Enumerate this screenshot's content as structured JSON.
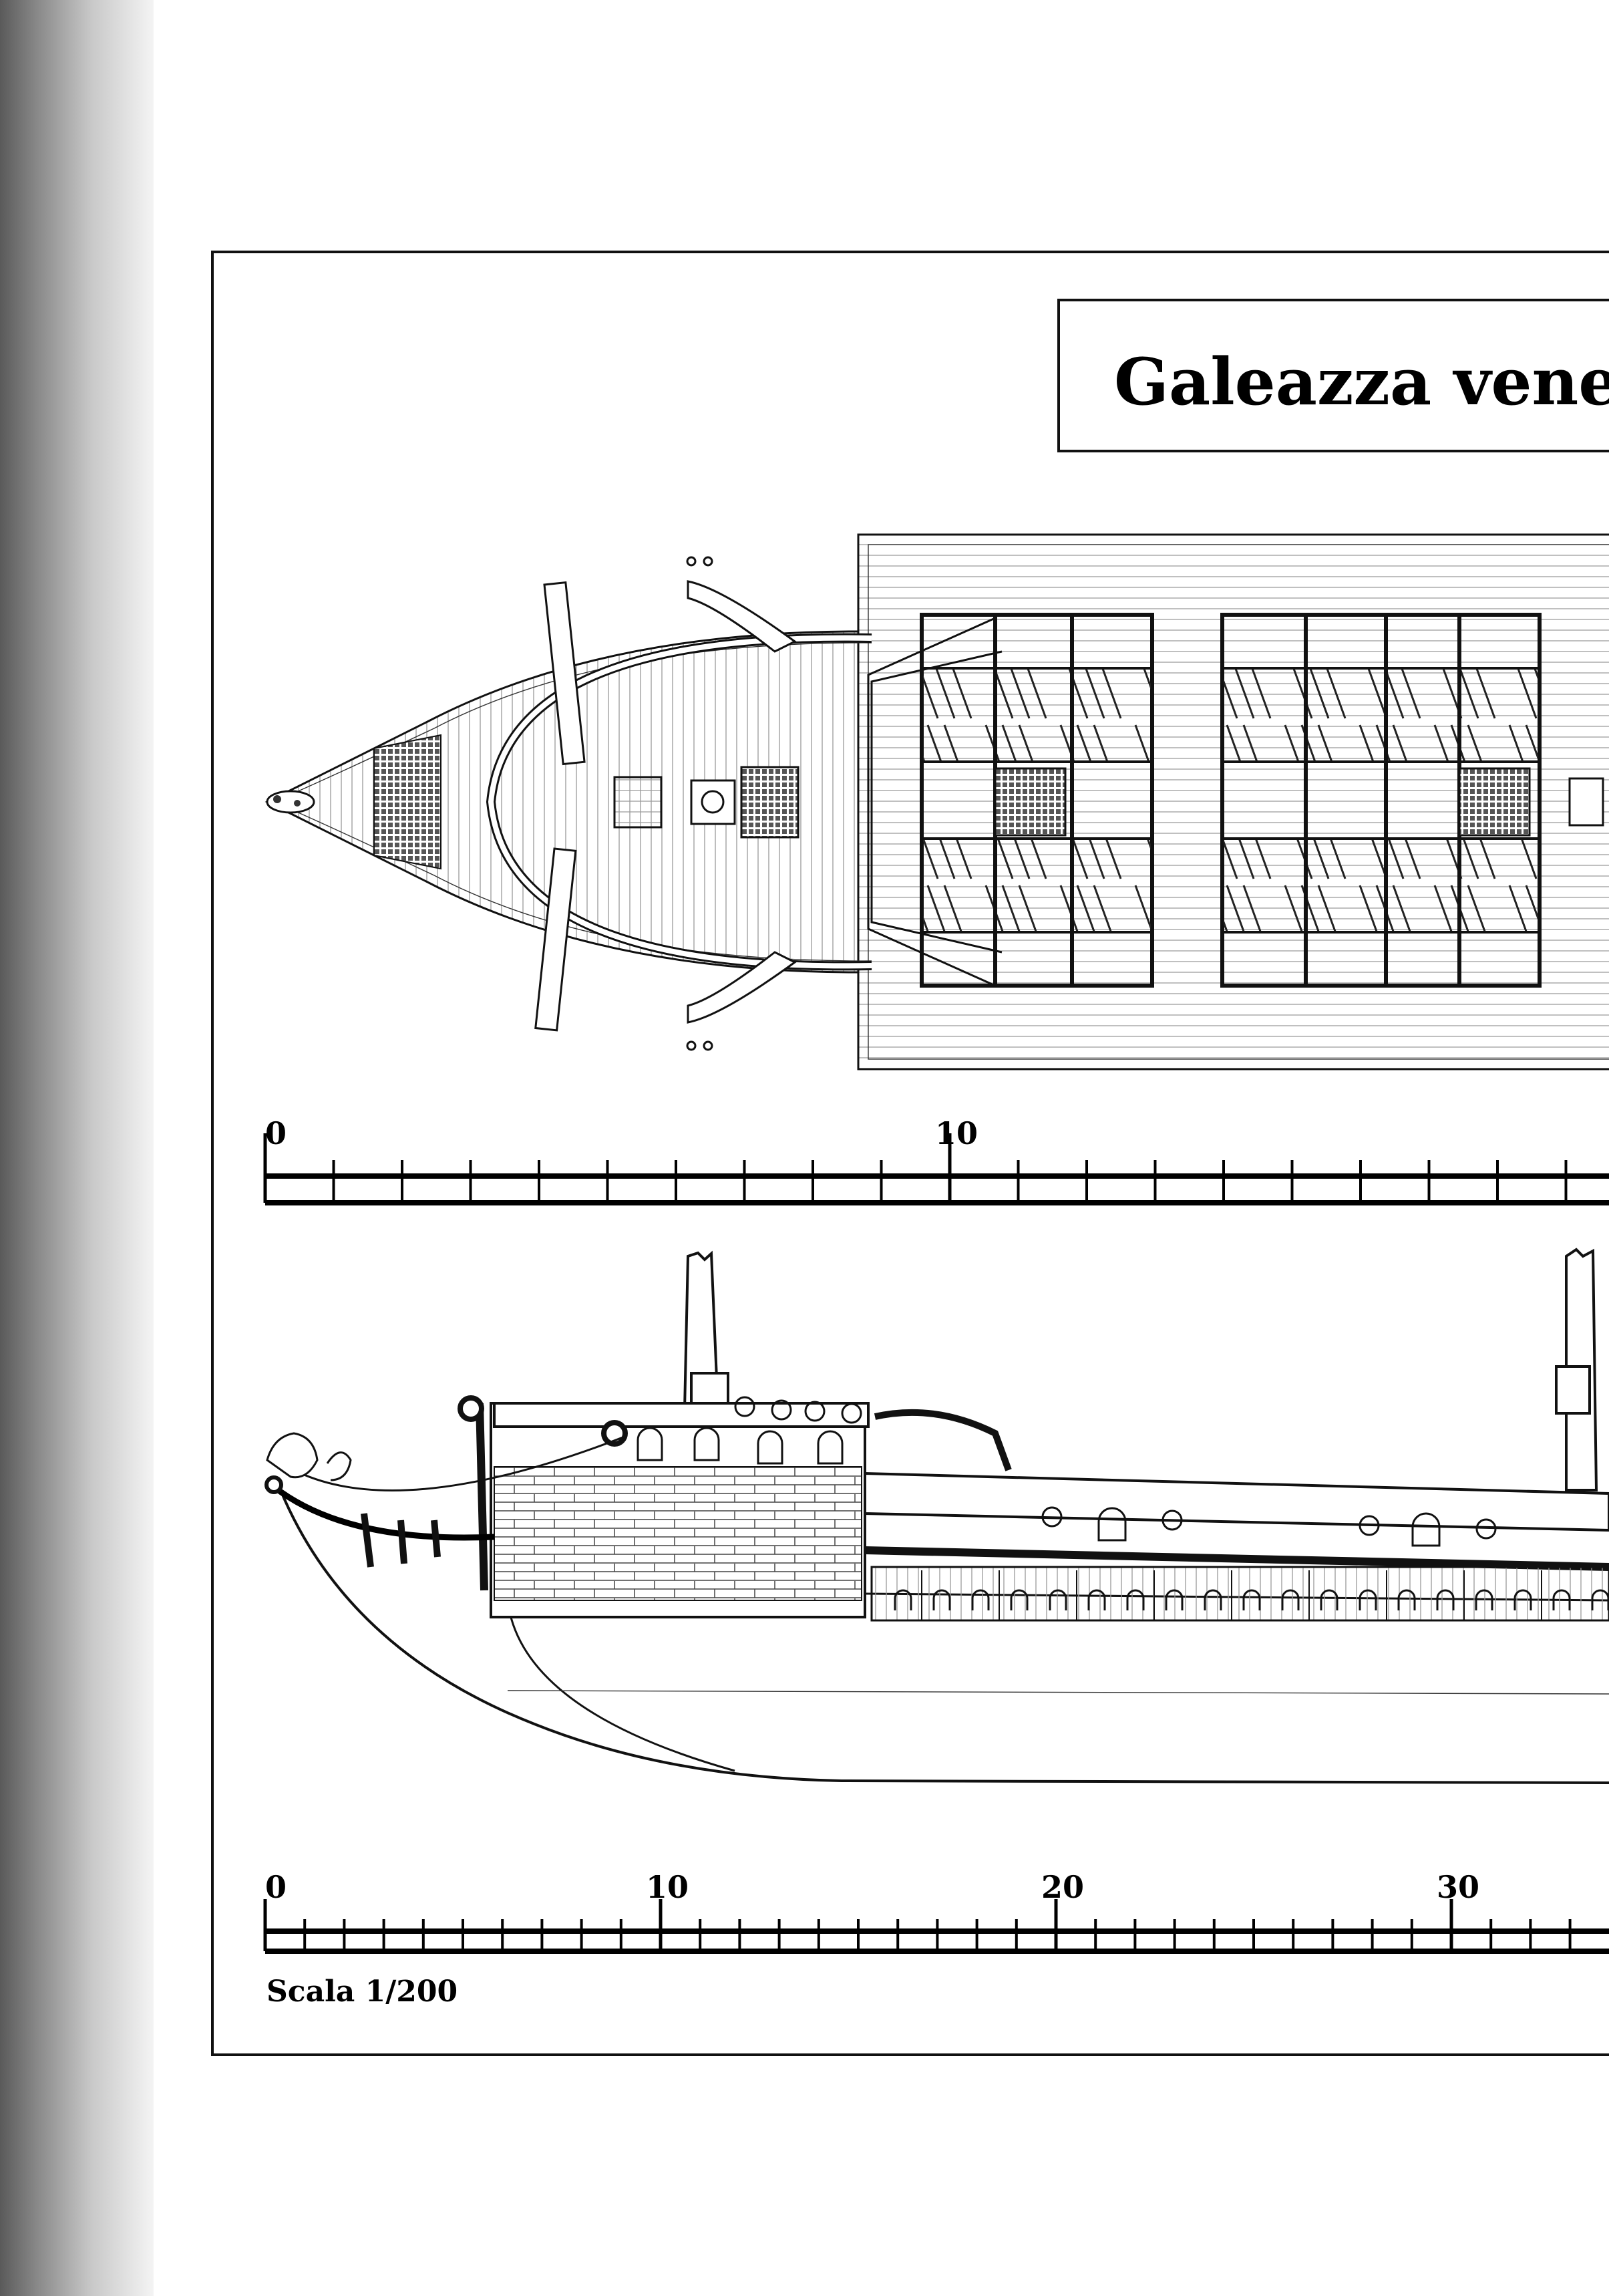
{
  "title": "Galeazza vene",
  "plan_view_scale": {
    "major_labels": [
      "0",
      "10"
    ],
    "minor_divisions_per_major": 10,
    "visible_units": 20
  },
  "profile_view_scale": {
    "major_labels": [
      "0",
      "10",
      "20",
      "30"
    ],
    "minor_divisions_per_major": 10,
    "visible_units": 34
  },
  "scale_caption": "Scala 1/200",
  "colors": {
    "ink": "#000000",
    "paper": "#ffffff"
  }
}
